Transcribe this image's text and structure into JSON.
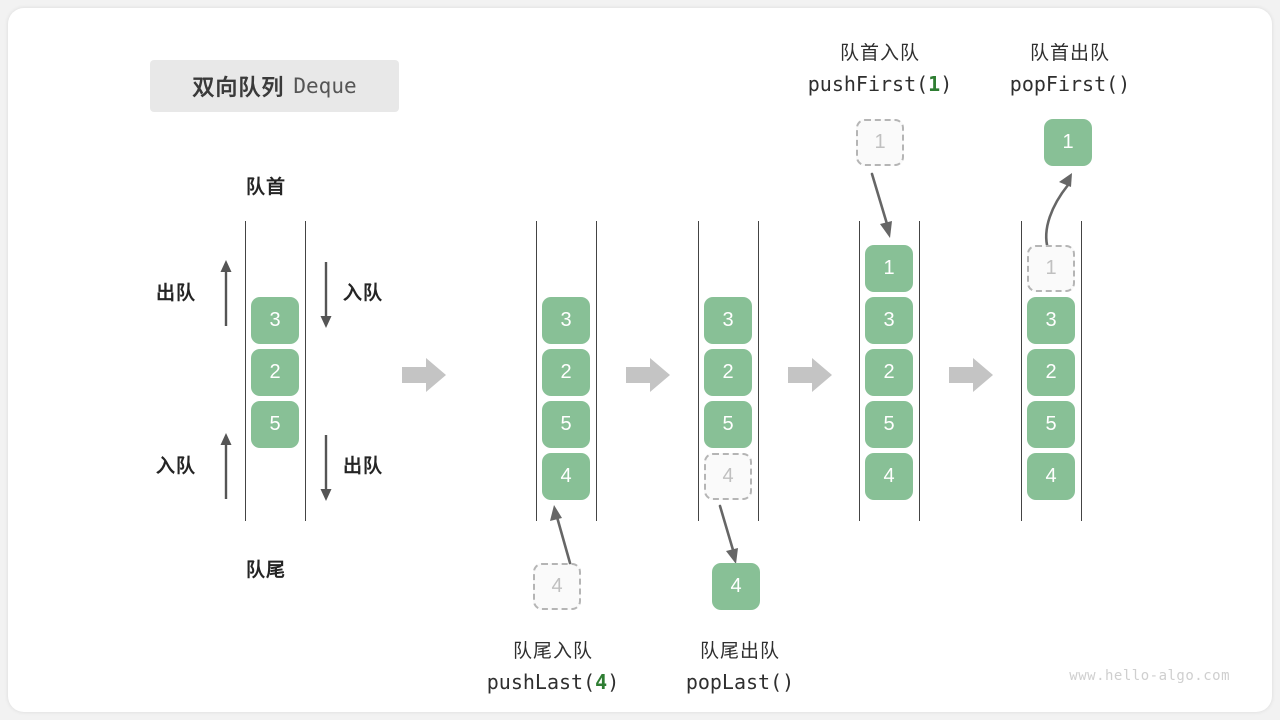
{
  "title": {
    "cn": "双向队列",
    "en": "Deque"
  },
  "watermark": "www.hello-algo.com",
  "colors": {
    "cell_fill": "#88c096",
    "cell_text": "#ffffff",
    "ghost_fill": "#fafafa",
    "ghost_border": "#b5b5b5",
    "ghost_text": "#c0c0c0",
    "step_arrow": "#c4c4c4",
    "rail": "#444444",
    "badge_bg": "#e8e8e8",
    "accent_green": "#2e7d32"
  },
  "labels": {
    "front": "队首",
    "rear": "队尾",
    "dequeue": "出队",
    "enqueue": "入队"
  },
  "operations": {
    "push_first": {
      "cn": "队首入队",
      "fn": "pushFirst",
      "arg": "1",
      "code_open": "pushFirst(",
      "code_close": ")"
    },
    "pop_first": {
      "cn": "队首出队",
      "fn": "popFirst",
      "arg": "",
      "code_open": "popFirst(",
      "code_close": ")"
    },
    "push_last": {
      "cn": "队尾入队",
      "fn": "pushLast",
      "arg": "4",
      "code_open": "pushLast(",
      "code_close": ")"
    },
    "pop_last": {
      "cn": "队尾出队",
      "fn": "popLast",
      "arg": "",
      "code_open": "popLast(",
      "code_close": ")"
    }
  },
  "panels": [
    {
      "id": "initial",
      "cells": [
        {
          "value": "3",
          "state": "solid"
        },
        {
          "value": "2",
          "state": "solid"
        },
        {
          "value": "5",
          "state": "solid"
        }
      ],
      "floating": []
    },
    {
      "id": "after-push-last",
      "cells": [
        {
          "value": "3",
          "state": "solid"
        },
        {
          "value": "2",
          "state": "solid"
        },
        {
          "value": "5",
          "state": "solid"
        },
        {
          "value": "4",
          "state": "solid"
        }
      ],
      "floating": [
        {
          "value": "4",
          "state": "ghost",
          "position": "below"
        }
      ]
    },
    {
      "id": "after-pop-last",
      "cells": [
        {
          "value": "3",
          "state": "solid"
        },
        {
          "value": "2",
          "state": "solid"
        },
        {
          "value": "5",
          "state": "solid"
        },
        {
          "value": "4",
          "state": "ghost"
        }
      ],
      "floating": [
        {
          "value": "4",
          "state": "solid",
          "position": "below"
        }
      ]
    },
    {
      "id": "after-push-first",
      "cells": [
        {
          "value": "1",
          "state": "solid"
        },
        {
          "value": "3",
          "state": "solid"
        },
        {
          "value": "2",
          "state": "solid"
        },
        {
          "value": "5",
          "state": "solid"
        },
        {
          "value": "4",
          "state": "solid"
        }
      ],
      "floating": [
        {
          "value": "1",
          "state": "ghost",
          "position": "above"
        }
      ]
    },
    {
      "id": "after-pop-first",
      "cells": [
        {
          "value": "1",
          "state": "ghost"
        },
        {
          "value": "3",
          "state": "solid"
        },
        {
          "value": "2",
          "state": "solid"
        },
        {
          "value": "5",
          "state": "solid"
        },
        {
          "value": "4",
          "state": "solid"
        }
      ],
      "floating": [
        {
          "value": "1",
          "state": "solid",
          "position": "above"
        }
      ]
    }
  ]
}
